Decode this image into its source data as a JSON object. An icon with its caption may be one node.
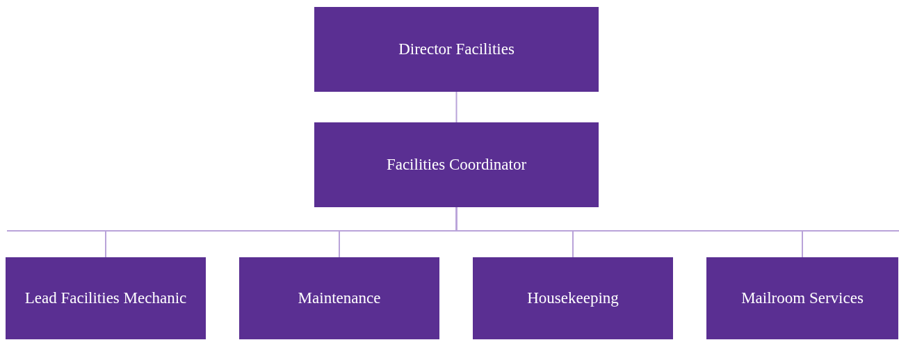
{
  "diagram": {
    "nodes": [
      {
        "text": [
          "Director Facilities"
        ]
      },
      {
        "text": [
          "Facilities Coordinator"
        ]
      },
      {
        "text": [
          "Lead Facilities Mechanic"
        ]
      },
      {
        "text": [
          "Maintenance"
        ]
      },
      {
        "text": [
          "Housekeeping"
        ]
      },
      {
        "text": [
          "Mailroom Services"
        ]
      }
    ],
    "edges": [
      {
        "from": 0,
        "to": 1,
        "arrow": "none"
      },
      {
        "from": 1,
        "to": 2,
        "arrow": "none"
      },
      {
        "from": 1,
        "to": 3,
        "arrow": "none"
      },
      {
        "from": 1,
        "to": 4,
        "arrow": "none"
      },
      {
        "from": 1,
        "to": 5,
        "arrow": "none"
      }
    ]
  }
}
